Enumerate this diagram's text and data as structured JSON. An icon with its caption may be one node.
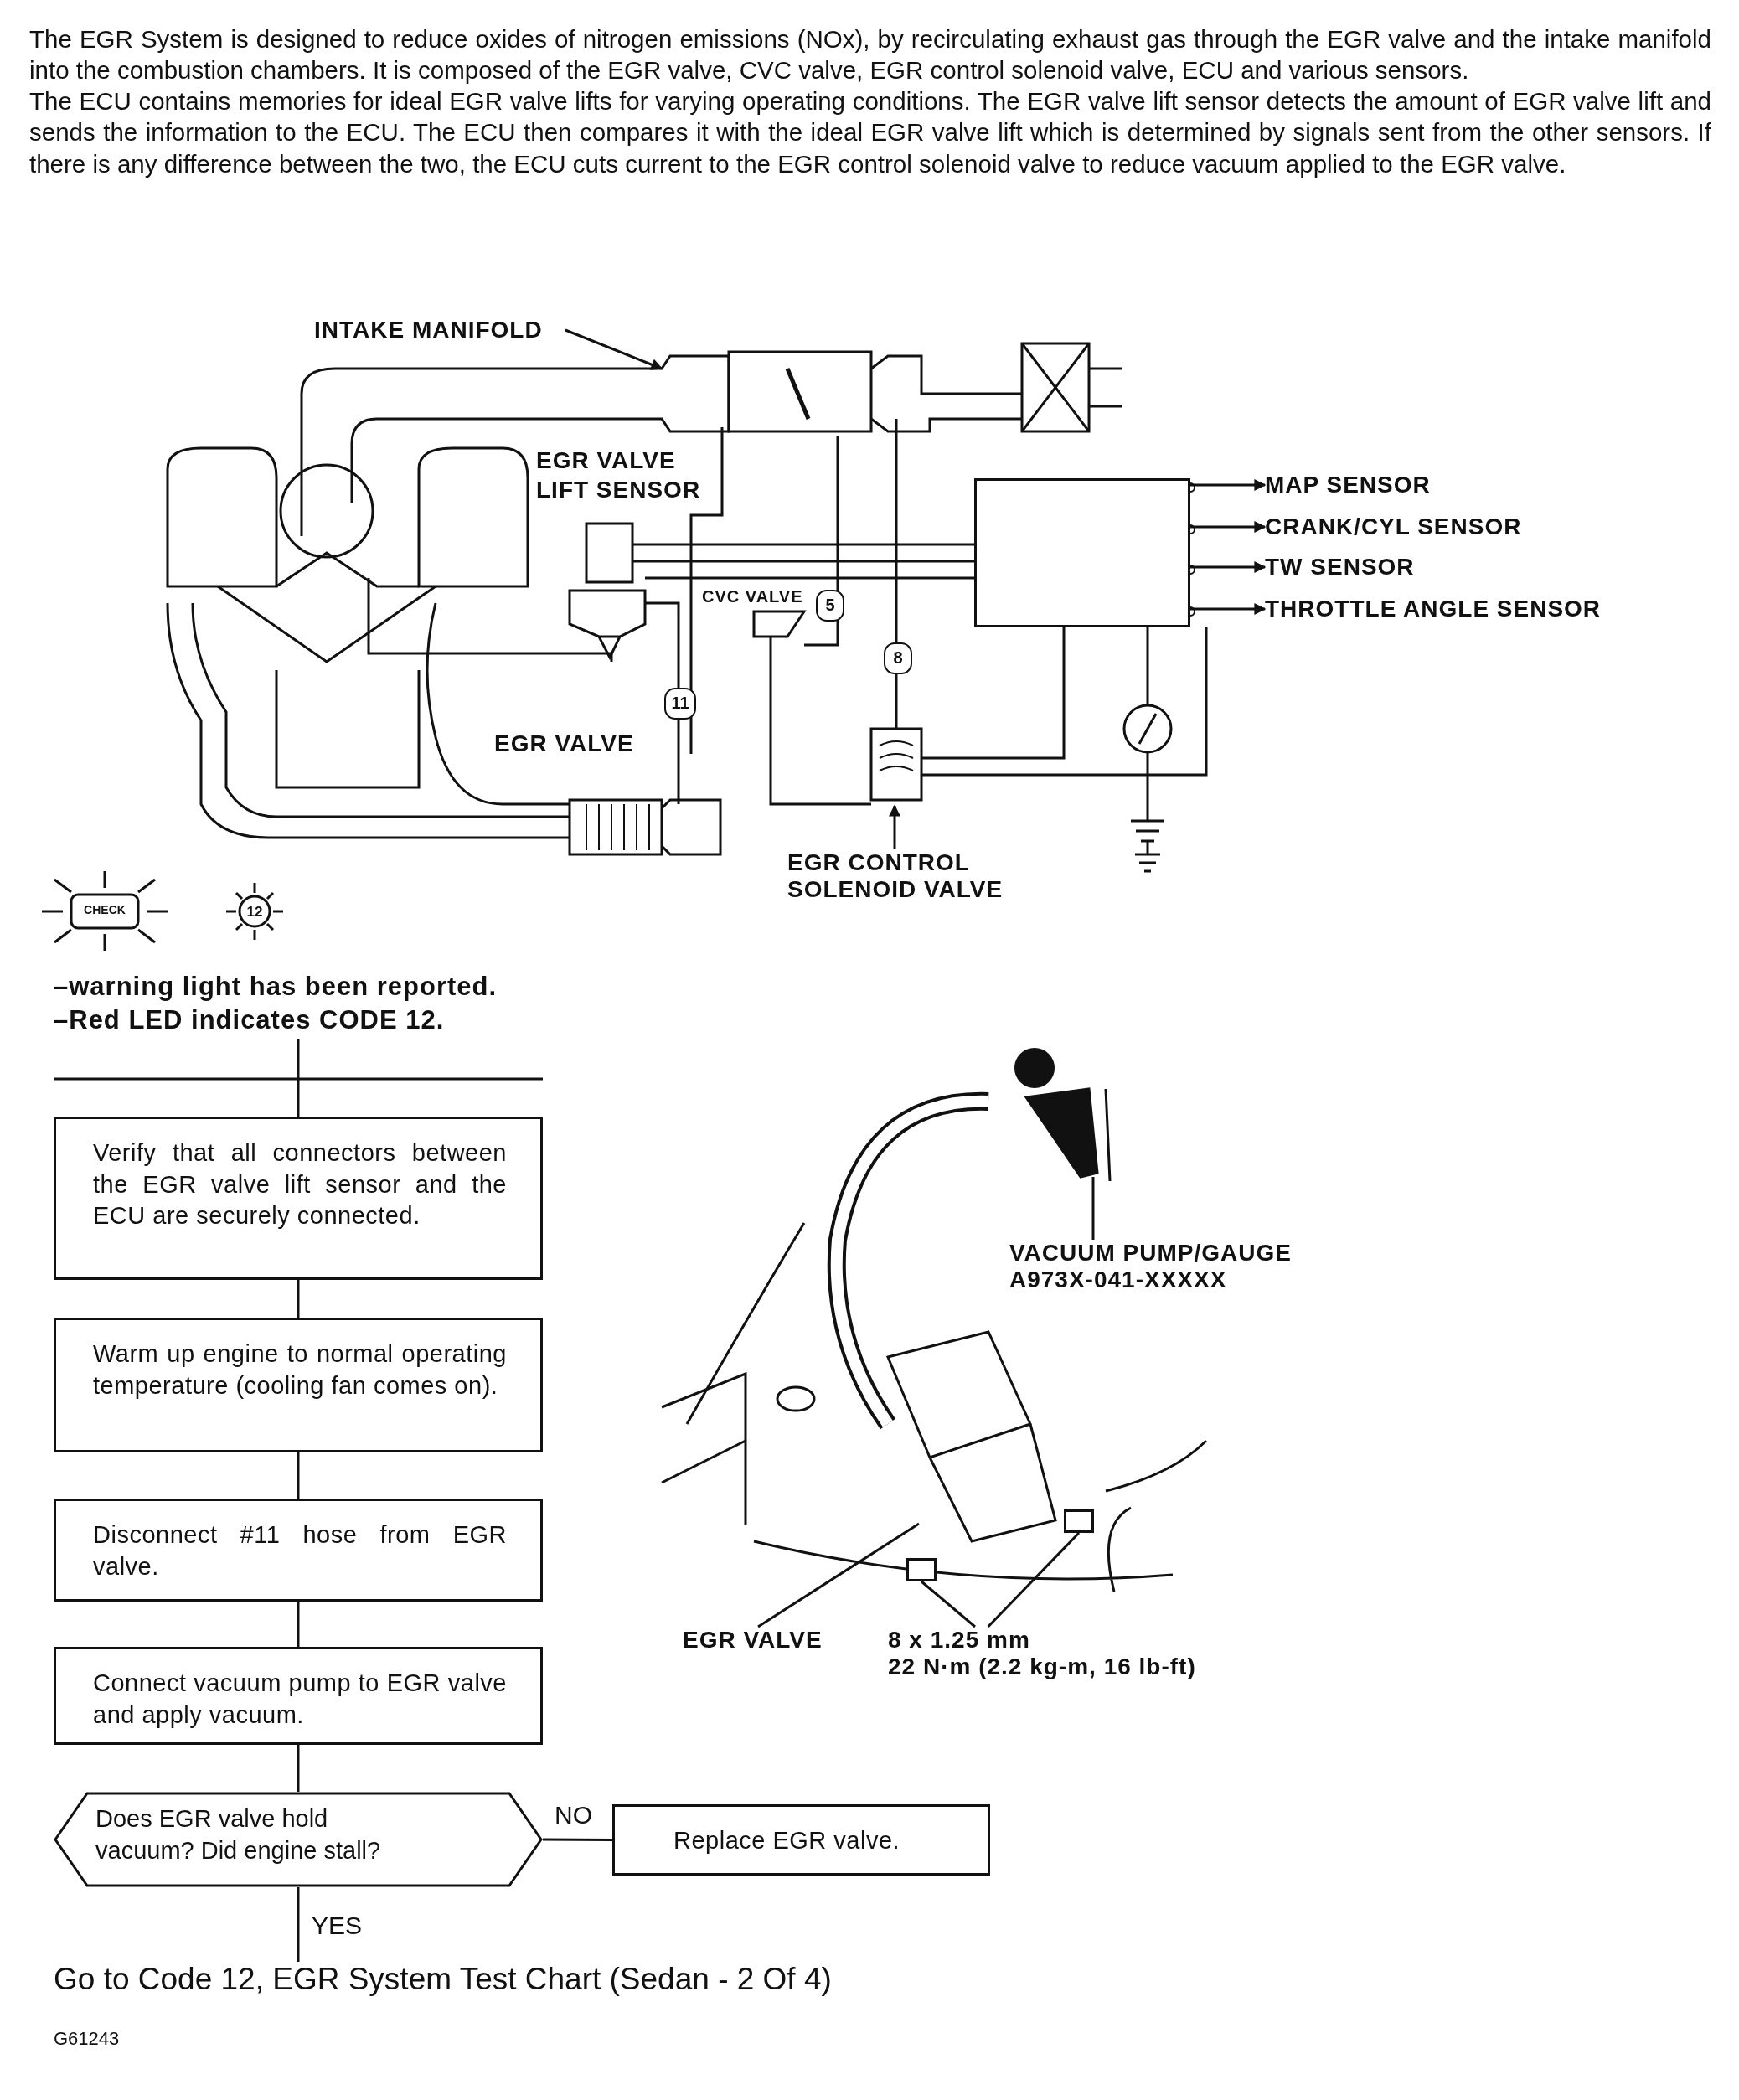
{
  "diagram": {
    "nodes": [
      {
        "text": [
          "INTAKE MANIFOLD"
        ]
      },
      {
        "text": [],
        "shape": "box"
      },
      {
        "text": [
          "MAP SENSOR"
        ]
      },
      {
        "text": [
          "CRANK/CYL SENSOR"
        ]
      },
      {
        "text": [
          "TW SENSOR"
        ]
      },
      {
        "text": [
          "THROTTLE ANGLE SENSOR"
        ]
      },
      {
        "text": [
          "EGR CONTROL SOLENOID VALVE"
        ]
      },
      {
        "text": [
          "–warning light has been reported.",
          "–Red LED indicates CODE 12."
        ]
      },
      {
        "text": [
          "Verify that all connectors between the EGR valve lift sensor and the ECU are securely connected."
        ]
      },
      {
        "text": [
          "Warm up engine to normal operating temperature (cooling fan comes on)."
        ]
      },
      {
        "text": [
          "Disconnect #11 hose from EGR valve."
        ]
      },
      {
        "text": [
          "Connect vacuum pump to EGR valve and apply vacuum."
        ]
      },
      {
        "text": [
          "Does EGR valve hold vacuum? Did engine stall?"
        ]
      },
      {
        "text": [
          "Replace EGR valve."
        ]
      },
      {
        "text": [
          "Go to Code 12, EGR System Test Chart (Sedan - 2 Of 4)"
        ]
      },
      {
        "text": [
          "VACUUM PUMP/GAUGE",
          "A973X-041-XXXXX"
        ]
      },
      {
        "text": [
          "EGR VALVE"
        ]
      },
      {
        "text": [
          "8 x 1.25 mm",
          "22 N·m (2.2 kg-m, 16 lb-ft)"
        ]
      },
      {
        "text": [],
        "shape": "picture"
      },
      {
        "text": [],
        "shape": "box"
      },
      {
        "text": [],
        "shape": "box"
      }
    ],
    "edges": [
      {
        "from": 0,
        "to": null,
        "arrow": "to"
      },
      {
        "from": 1,
        "to": 2,
        "arrow": "to"
      },
      {
        "from": 1,
        "to": 3,
        "arrow": "to"
      },
      {
        "from": 1,
        "to": 4,
        "arrow": "to"
      },
      {
        "from": 1,
        "to": 5,
        "arrow": "to"
      },
      {
        "from": 6,
        "to": null,
        "arrow": "to"
      },
      {
        "from": 7,
        "to": 8,
        "arrow": "none"
      },
      {
        "from": 8,
        "to": 9,
        "arrow": "none"
      },
      {
        "from": 9,
        "to": 10,
        "arrow": "none"
      },
      {
        "from": 10,
        "to": 11,
        "arrow": "none"
      },
      {
        "from": 11,
        "to": 12,
        "arrow": "none"
      },
      {
        "from": 12,
        "to": 13,
        "arrow": "none",
        "label": "NO"
      },
      {
        "from": 12,
        "to": 14,
        "arrow": "none",
        "label": "YES"
      },
      {
        "from": 15,
        "to": null,
        "arrow": "none"
      },
      {
        "from": 16,
        "to": 18,
        "arrow": "none"
      },
      {
        "from": 17,
        "to": 19,
        "arrow": "none"
      },
      {
        "from": 17,
        "to": 20,
        "arrow": "none"
      }
    ],
    "labels": [
      "The EGR System is designed to reduce oxides of nitrogen emissions (NOx), by recirculating exhaust gas through the EGR valve and the intake manifold into the combustion chambers. It is composed of the EGR valve, CVC valve, EGR control solenoid valve, ECU and various sensors.",
      "The ECU contains memories for ideal EGR valve lifts for varying operating conditions. The EGR valve lift sensor detects the amount of EGR valve lift and sends the information to the ECU. The ECU then compares it with the ideal EGR valve lift which is determined by signals sent from the other sensors. If there is any difference between the two, the ECU cuts current to the EGR control solenoid valve to reduce vacuum applied to the EGR valve.",
      "EGR VALVE LIFT SENSOR",
      "CVC VALVE",
      "5",
      "8",
      "11",
      "EGR VALVE",
      "CHECK",
      "12",
      "G61243"
    ]
  }
}
